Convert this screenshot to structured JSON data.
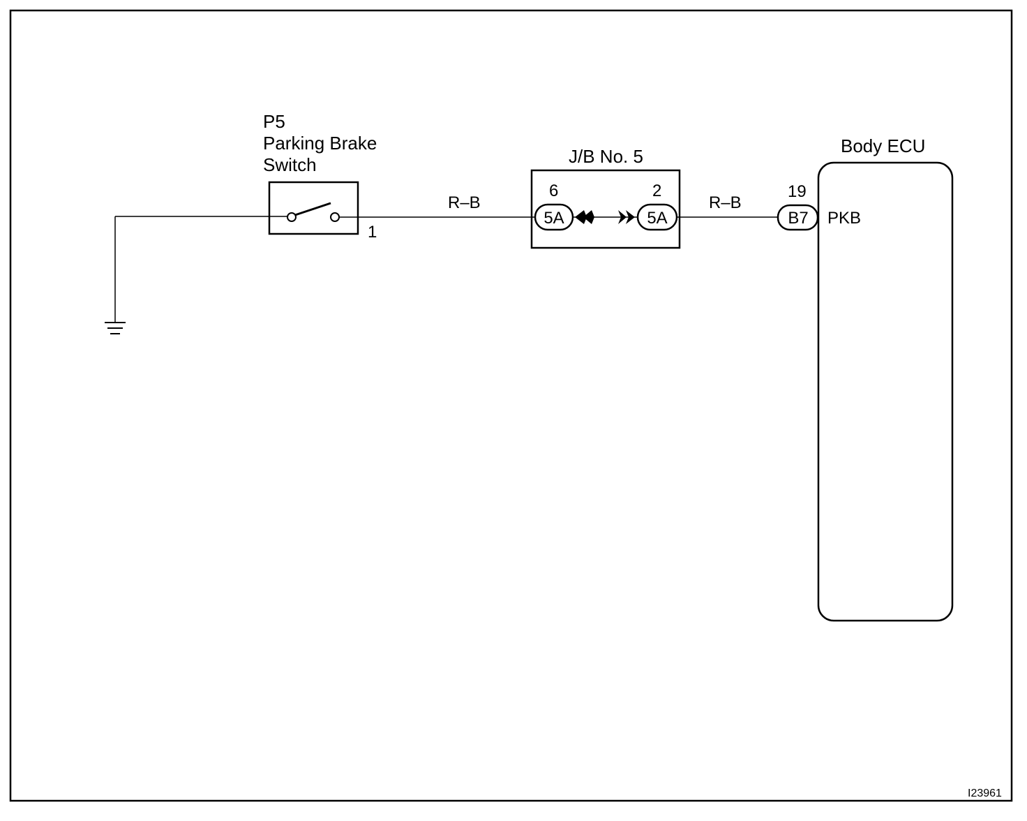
{
  "diagram": {
    "switch": {
      "code": "P5",
      "name_line1": "Parking Brake",
      "name_line2": "Switch",
      "pin": "1"
    },
    "wire_left": {
      "color_code": "R–B"
    },
    "junction_block": {
      "title": "J/B No. 5",
      "left_pin": "6",
      "left_connector": "5A",
      "right_pin": "2",
      "right_connector": "5A"
    },
    "wire_right": {
      "color_code": "R–B"
    },
    "ecu": {
      "title": "Body ECU",
      "pin": "19",
      "connector": "B7",
      "terminal": "PKB"
    },
    "figure_id": "I23961"
  }
}
